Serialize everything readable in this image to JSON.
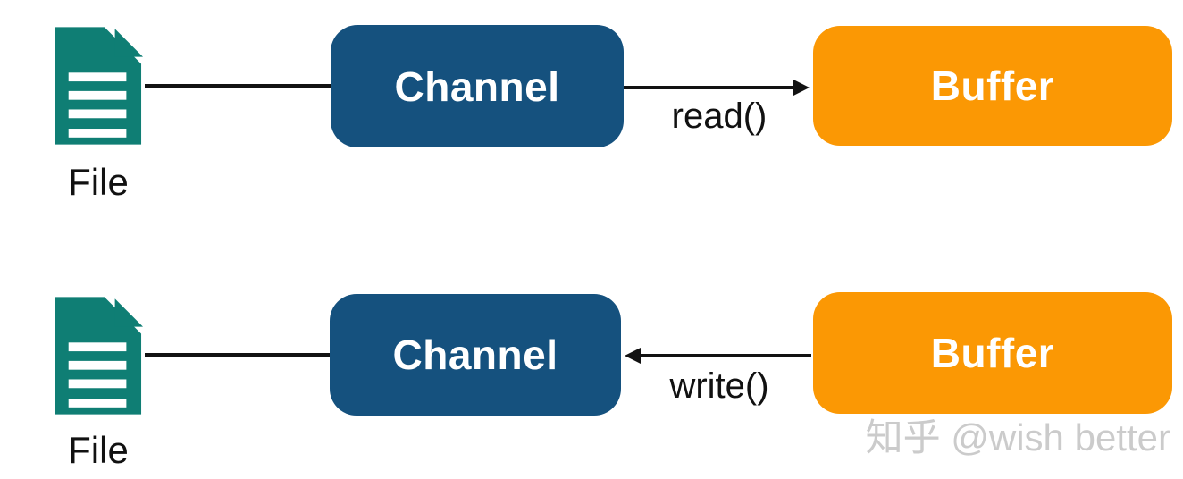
{
  "diagram": {
    "rows": [
      {
        "source_label": "File",
        "channel_label": "Channel",
        "buffer_label": "Buffer",
        "operation_label": "read()",
        "arrow_direction": "channel-to-buffer"
      },
      {
        "source_label": "File",
        "channel_label": "Channel",
        "buffer_label": "Buffer",
        "operation_label": "write()",
        "arrow_direction": "buffer-to-channel"
      }
    ],
    "watermark_text": "知乎 @wish better"
  },
  "icons": {
    "file_icon": "document-with-folded-corner"
  },
  "colors": {
    "channel_box": "#15517E",
    "buffer_box": "#FB9804",
    "file_icon_teal": "#0F7E74",
    "arrow_black": "#121212",
    "watermark_gray": "#CBCBCB",
    "box_text_white": "#FFFFFF",
    "background": "#FFFFFF"
  }
}
